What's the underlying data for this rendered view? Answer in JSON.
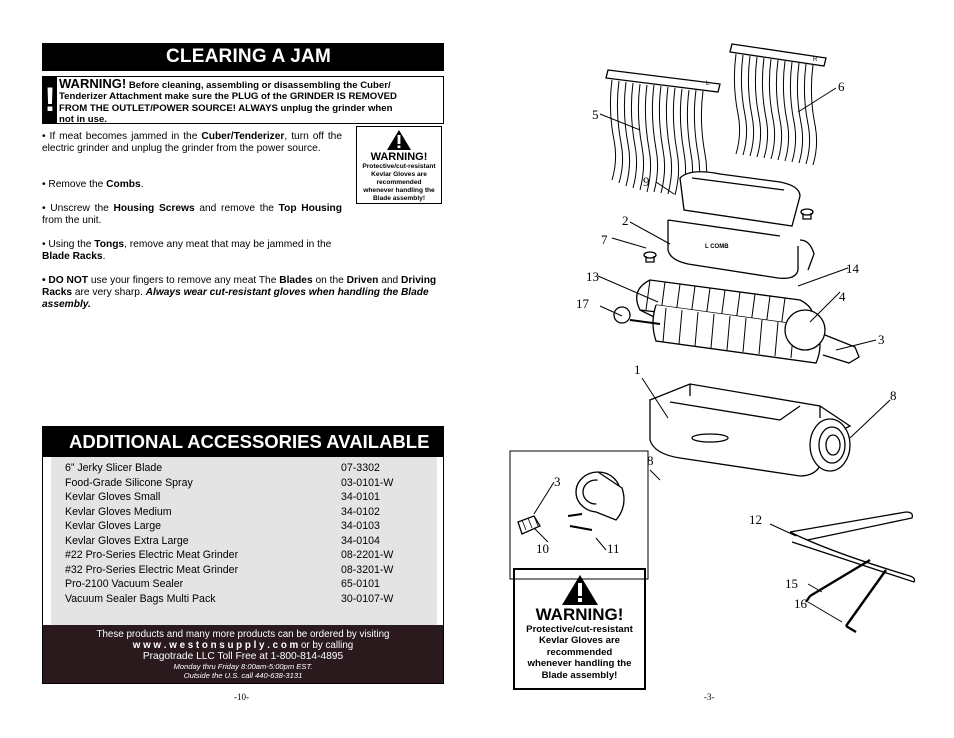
{
  "left": {
    "jam_title": "CLEARING A JAM",
    "warning": {
      "excl": "!",
      "label": "WARNING!",
      "line1": "Before cleaning, assembling or disassembling the Cuber/",
      "line2": "Tenderizer Attachment make sure the PLUG of the GRINDER IS REMOVED",
      "line3": "FROM THE OUTLET/POWER SOURCE!  ALWAYS unplug the grinder when",
      "line4": "not in use."
    },
    "small_warning": {
      "label": "WARNING!",
      "l1": "Protective/cut-resistant",
      "l2": "Kevlar Gloves are",
      "l3": "recommended",
      "l4": "whenever handling the",
      "l5": "Blade assembly!"
    },
    "steps": {
      "s1a": "•   If meat becomes jammed in the ",
      "s1b": "Cuber/Tenderizer",
      "s1c": ", turn off the electric grinder and unplug the grinder from the power source.",
      "s2a": "•   Remove the ",
      "s2b": "Combs",
      "s2c": ".",
      "s3a": "•   Unscrew the ",
      "s3b": "Housing Screws",
      "s3c": " and remove the ",
      "s3d": "Top Housing",
      "s3e": " from the unit.",
      "s4a": "•   Using the ",
      "s4b": "Tongs",
      "s4c": ", remove any meat that may be jammed in the ",
      "s4d": "Blade Racks",
      "s4e": ".",
      "s5a": "•   DO NOT",
      "s5b": " use your fingers to remove any meat  The ",
      "s5c": "Blades",
      "s5d": " on the ",
      "s5e": "Driven",
      "s5f": " and ",
      "s5g": "Driving Racks",
      "s5h": " are very sharp.  ",
      "s5i": "Always wear cut-resistant gloves when handling the Blade assembly."
    },
    "accessories": {
      "title": "ADDITIONAL ACCESSORIES AVAILABLE",
      "items": [
        {
          "name": "6” Jerky Slicer Blade",
          "code": "07-3302"
        },
        {
          "name": "Food-Grade Silicone Spray",
          "code": "03-0101-W"
        },
        {
          "name": "Kevlar Gloves Small",
          "code": "34-0101"
        },
        {
          "name": "Kevlar Gloves Medium",
          "code": "34-0102"
        },
        {
          "name": "Kevlar Gloves Large",
          "code": "34-0103"
        },
        {
          "name": "Kevlar Gloves Extra Large",
          "code": "34-0104"
        },
        {
          "name": "#22 Pro-Series Electric Meat Grinder",
          "code": "08-2201-W"
        },
        {
          "name": "#32 Pro-Series Electric Meat Grinder",
          "code": "08-3201-W"
        },
        {
          "name": "Pro-2100 Vacuum Sealer",
          "code": "65-0101"
        },
        {
          "name": "Vacuum Sealer Bags Multi Pack",
          "code": "30-0107-W"
        }
      ],
      "footer": {
        "l1": "These products and many more products can be ordered by visiting",
        "url": "w w w . w e s t o n s u p p l y . c o m",
        "call": "  or by calling",
        "l3": "Pragotrade LLC Toll Free at  1-800-814-4895",
        "l4": "Monday thru Friday 8:00am-5:00pm EST.",
        "l5": "Outside the U.S. call 440-638-3131"
      }
    },
    "page_number": "-10-"
  },
  "right": {
    "callouts": [
      "5",
      "6",
      "9",
      "2",
      "7",
      "14",
      "13",
      "4",
      "17",
      "3",
      "1",
      "8",
      "8",
      "3",
      "10",
      "11",
      "12",
      "15",
      "16"
    ],
    "comb_letter_l": "L",
    "comb_letter_r": "R",
    "housing_label": "L COMB",
    "big_warning": {
      "label": "WARNING!",
      "l1": "Protective/cut-resistant",
      "l2": "Kevlar Gloves are",
      "l3": "recommended",
      "l4": "whenever handling the",
      "l5": "Blade assembly!"
    },
    "page_number": "-3-"
  }
}
